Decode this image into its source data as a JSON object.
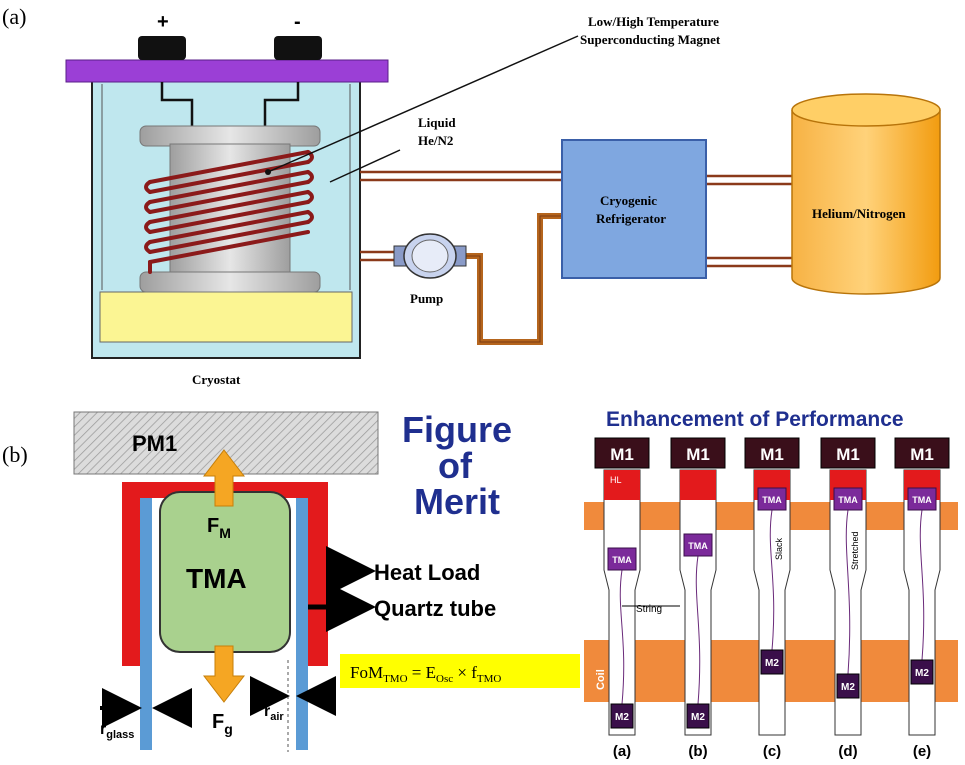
{
  "panel_a": {
    "label": "(a)",
    "terminal_plus": "+",
    "terminal_minus": "-",
    "magnet_label_line1": "Low/High Temperature",
    "magnet_label_line2": "Superconducting Magnet",
    "liquid_label_line1": "Liquid",
    "liquid_label_line2": "He/N2",
    "refrigerator_line1": "Cryogenic",
    "refrigerator_line2": "Refrigerator",
    "tank_label": "Helium/Nitrogen",
    "pump_label": "Pump",
    "cryostat_label": "Cryostat",
    "colors": {
      "lid": "#9b3fd6",
      "cryostat_fill": "#bfe7ee",
      "coil": "#8b1a1a",
      "bobbin": "#c9c9c9",
      "yellow_base": "#fbf593",
      "refrigerator": "#7fa7e0",
      "tank": "#f5a623",
      "pipe": "#8b3a1a"
    }
  },
  "panel_b": {
    "label": "(b)",
    "pm1_label": "PM1",
    "tma_label": "TMA",
    "fm_label": "F",
    "fm_sub": "M",
    "fg_label": "F",
    "fg_sub": "g",
    "heat_load_label": "Heat Load",
    "quartz_label": "Quartz tube",
    "rglass_label": "r",
    "rglass_sub": "glass",
    "rair_label": "r",
    "rair_sub": "air",
    "figure_line1": "Figure",
    "figure_line2": "of",
    "figure_line3": "Merit",
    "formula": "FoM",
    "formula_sub1": "TMO",
    "formula_eq": " = E",
    "formula_sub2": "Osc",
    "formula_times": " × f",
    "formula_sub3": "TMO",
    "enhancement_title": "Enhancement of Performance",
    "m1": "M1",
    "m2": "M2",
    "tma_small": "TMA",
    "hl": "HL",
    "coil": "Coil",
    "string": "String",
    "slack": "Slack",
    "stretched": "Stretched",
    "sublabels": [
      "(a)",
      "(b)",
      "(c)",
      "(d)",
      "(e)"
    ],
    "colors": {
      "heat_red": "#e31a1c",
      "quartz_blue": "#5b9bd5",
      "tma_green": "#a9d18e",
      "arrow_orange": "#f5a623",
      "title_blue": "#1f2f8f",
      "formula_bg": "#ffff00"
    }
  }
}
